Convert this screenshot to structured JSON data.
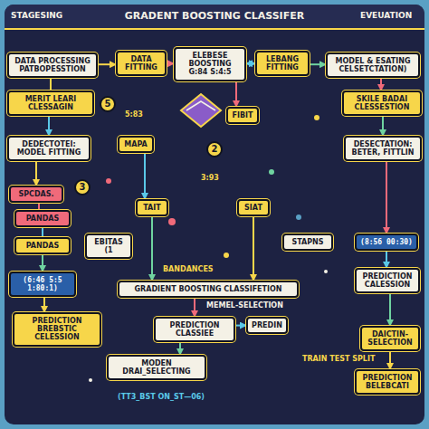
{
  "diagram": {
    "title": "GRADENT BOOSTING CLASSIFER",
    "nodes": [
      {
        "text": [
          "DATA PROCESSING PATBOPESSTION"
        ]
      },
      {
        "text": [
          "DATA FITTING"
        ]
      },
      {
        "text": [
          "ELEBESE BOOSTING",
          "G:84 S:4:5"
        ]
      },
      {
        "text": [
          "LEBANG FITTING"
        ]
      },
      {
        "text": [
          "MODEL & ESATING CELSETCTATION)"
        ]
      },
      {
        "text": [
          "MERIT LEARI CLESSAGIN"
        ]
      },
      {
        "text": [
          "SKILE BADAI CLESSESTION"
        ]
      },
      {
        "text": [
          "DEDECTOTEI: MODEL FITTING"
        ]
      },
      {
        "text": [
          "DESECTATION: BETER, FITTLIN"
        ]
      },
      {
        "text": [
          "FIBIT"
        ]
      },
      {
        "text": [
          "MAPA"
        ]
      },
      {
        "text": [
          "TAIT"
        ]
      },
      {
        "text": [
          "SIAT"
        ]
      },
      {
        "text": [
          "SPCDAS."
        ]
      },
      {
        "text": [
          "PANDAS"
        ]
      },
      {
        "text": [
          "PANDAS"
        ]
      },
      {
        "text": [
          "(6:46 5:5 1:80:1)"
        ]
      },
      {
        "text": [
          "PREDICTION BREBSTIC CELESSION"
        ]
      },
      {
        "text": [
          "EBITAS (1"
        ]
      },
      {
        "text": [
          "STAPNS"
        ]
      },
      {
        "text": [
          "(8:56 00:30)"
        ]
      },
      {
        "text": [
          "GRADIENT BOOSTING CLASSIFETION"
        ]
      },
      {
        "text": [
          "PREDICTION CLASSIEE"
        ]
      },
      {
        "text": [
          "PREDIN"
        ]
      },
      {
        "text": [
          "MODEN DRAI_SELECTING"
        ]
      },
      {
        "text": [
          "PREDICTION CALESSION"
        ]
      },
      {
        "text": [
          "DAICTIN- SELECTION"
        ]
      },
      {
        "text": [
          "PREDICTION BELEBCATI"
        ]
      },
      {
        "text": [
          "5"
        ]
      },
      {
        "text": [
          "2"
        ]
      },
      {
        "text": [
          "3"
        ]
      }
    ],
    "edges": [
      {
        "from": 0,
        "to": 1,
        "arrow": "to"
      },
      {
        "from": 1,
        "to": 2,
        "arrow": "to"
      },
      {
        "from": 2,
        "to": 3,
        "arrow": "both"
      },
      {
        "from": 3,
        "to": 4,
        "arrow": "to"
      },
      {
        "from": 0,
        "to": 5,
        "arrow": "none"
      },
      {
        "from": 4,
        "to": 6,
        "arrow": "to"
      },
      {
        "from": 5,
        "to": 7,
        "arrow": "to"
      },
      {
        "from": 6,
        "to": 8,
        "arrow": "to"
      },
      {
        "from": 7,
        "to": 13,
        "arrow": "to"
      },
      {
        "from": 13,
        "to": 14,
        "arrow": "none"
      },
      {
        "from": 14,
        "to": 15,
        "arrow": "none"
      },
      {
        "from": 15,
        "to": 16,
        "arrow": "to"
      },
      {
        "from": 16,
        "to": 17,
        "arrow": "to"
      },
      {
        "from": 8,
        "to": 20,
        "arrow": "to"
      },
      {
        "from": 20,
        "to": 25,
        "arrow": "to"
      },
      {
        "from": 25,
        "to": 26,
        "arrow": "to"
      },
      {
        "from": 26,
        "to": 27,
        "arrow": "to"
      },
      {
        "from": 2,
        "to": 9,
        "arrow": "to"
      },
      {
        "from": 10,
        "to": 11,
        "arrow": "to"
      },
      {
        "from": 11,
        "to": 21,
        "arrow": "to"
      },
      {
        "from": 12,
        "to": 21,
        "arrow": "to"
      },
      {
        "from": 21,
        "to": 22,
        "arrow": "to"
      },
      {
        "from": 22,
        "to": 23,
        "arrow": "to"
      },
      {
        "from": 22,
        "to": 24,
        "arrow": "to"
      }
    ],
    "labels": [
      "STAGESING",
      "EVEUATION",
      "BANDANCES",
      "MEMEL-SELECTION",
      "TRAIN TEST SPLIT",
      "(TT3_BST ON_ST—06)",
      "5:83",
      "3:93"
    ]
  }
}
